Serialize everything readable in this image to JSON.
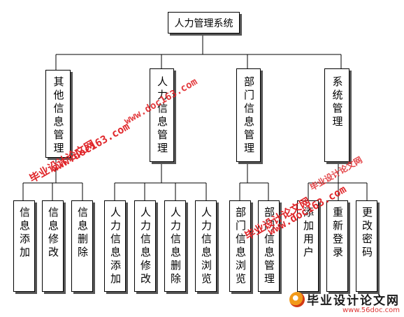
{
  "diagram": {
    "root": "人力管理系统",
    "modules": [
      {
        "label": "其他信息管理",
        "children": [
          "信息添加",
          "信息修改",
          "信息删除"
        ]
      },
      {
        "label": "人力信息管理",
        "children": [
          "人力信息添加",
          "人力信息修改",
          "人力信息删除",
          "人力信息浏览"
        ]
      },
      {
        "label": "部门信息管理",
        "children": [
          "部门信息浏览",
          "部门信息管理"
        ]
      },
      {
        "label": "系统管理",
        "children": [
          "添加用户",
          "重新登录",
          "更改密码"
        ]
      }
    ]
  },
  "watermarks": {
    "site_1": "www.doc163.com",
    "brand_1": "毕业设计论文网",
    "site_2": "www.doc163.com",
    "brand_2": "毕业设计论文网",
    "site_3": "www.doc163.com",
    "brand_3": "毕业设计论文网",
    "logo_brand": "毕业设计论文网",
    "logo_url": "www.56doc.com"
  },
  "colors": {
    "watermark": "#e0262a",
    "border": "#000000",
    "shadow": "#555555"
  }
}
